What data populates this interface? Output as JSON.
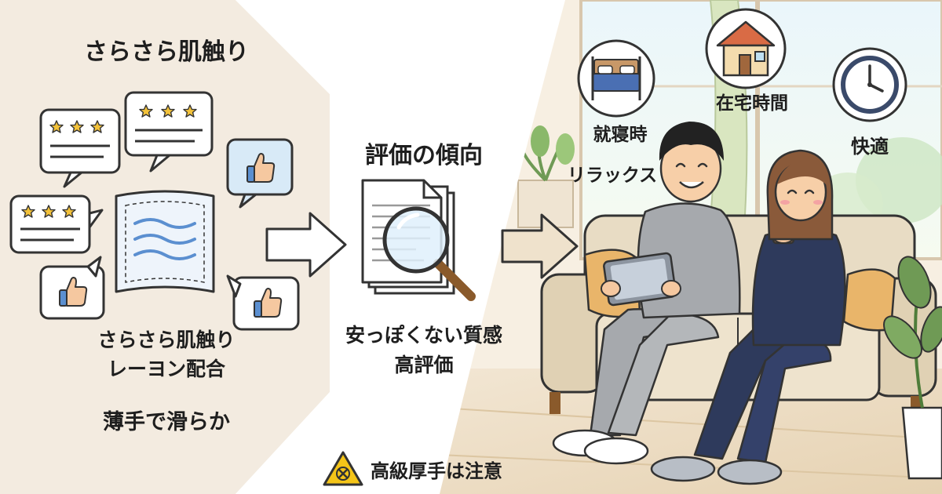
{
  "left_panel": {
    "heading": "さらさら肌触り",
    "feature_line1": "さらさら肌触り",
    "feature_line2": "レーヨン配合",
    "feature_line3": "薄手で滑らか"
  },
  "middle_panel": {
    "heading": "評価の傾向",
    "result_line1": "安っぽくない質感",
    "result_line2": "高評価"
  },
  "right_panel": {
    "label_bedtime": "就寝時",
    "label_relax": "リラックス",
    "label_home_time": "在宅時間",
    "label_comfort": "快適"
  },
  "warning": {
    "text": "高級厚手は注意"
  },
  "icons": [
    "review-star-bubble-icon",
    "thumbs-up-bubble-icon",
    "fabric-icon",
    "document-magnifier-icon",
    "arrow-right-icon",
    "bed-icon",
    "house-icon",
    "clock-icon",
    "warning-icon"
  ],
  "colors": {
    "left_bg": "#f3ebe0",
    "accent_star": "#f3c23a",
    "thumb_blue": "#5b8fd0",
    "arrow_fill": "#efe2cc",
    "warning_yellow": "#f5c518",
    "sofa": "#e8dcc4",
    "man_outfit": "#a6a9ad",
    "woman_outfit": "#2e3a5c"
  }
}
